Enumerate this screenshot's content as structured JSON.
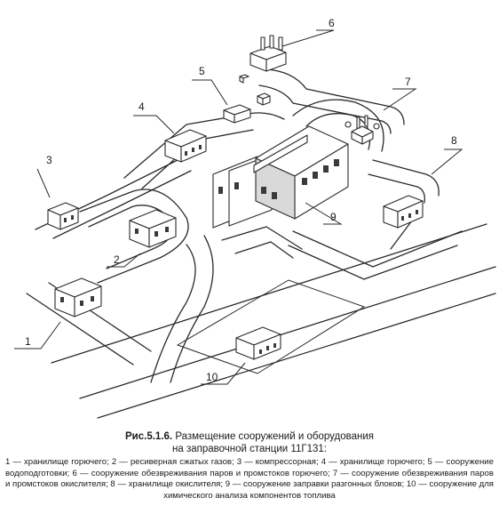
{
  "figure": {
    "labels": [
      "1",
      "2",
      "3",
      "4",
      "5",
      "6",
      "7",
      "8",
      "9",
      "10"
    ]
  },
  "caption": {
    "number": "Рис.5.1.6.",
    "title_line1": "Размещение сооружений и оборудования",
    "title_line2": "на заправочной станции 11Г131:",
    "legend": "1 — хранилище горючего; 2 — ресиверная сжатых газов; 3 — компрессорная; 4 — хранилище горючего; 5 — сооружение водоподготовки; 6 — сооружение обезвреживания паров и промстоков горючего; 7 — сооружение обезвреживания паров и промстоков окислителя; 8 — хранилище окислителя; 9 — сооружение заправки разгонных блоков; 10 — сооружение для химического анализа компонентов топлива"
  }
}
